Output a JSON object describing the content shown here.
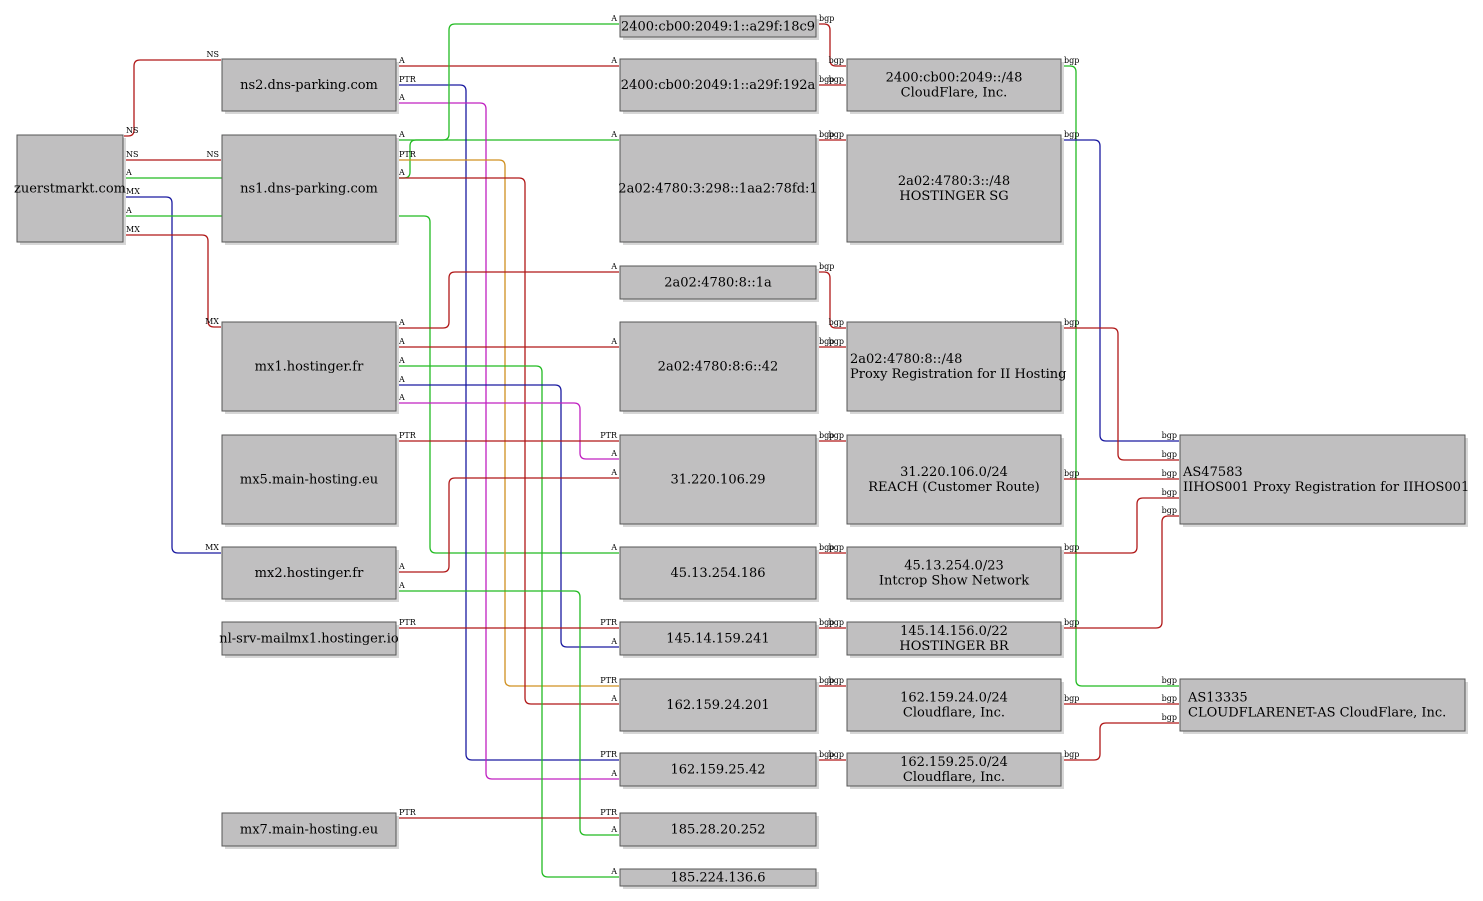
{
  "nodes": [
    {
      "id": "zuerstmarkt",
      "lines": [
        "zuerstmarkt.com"
      ]
    },
    {
      "id": "ns2",
      "lines": [
        "ns2.dns-parking.com"
      ]
    },
    {
      "id": "ns1",
      "lines": [
        "ns1.dns-parking.com"
      ]
    },
    {
      "id": "mx1",
      "lines": [
        "mx1.hostinger.fr"
      ]
    },
    {
      "id": "mx5",
      "lines": [
        "mx5.main-hosting.eu"
      ]
    },
    {
      "id": "mx2",
      "lines": [
        "mx2.hostinger.fr"
      ]
    },
    {
      "id": "nlsrv",
      "lines": [
        "nl-srv-mailmx1.hostinger.io"
      ]
    },
    {
      "id": "mx7",
      "lines": [
        "mx7.main-hosting.eu"
      ]
    },
    {
      "id": "ip6_18c9",
      "lines": [
        "2400:cb00:2049:1::a29f:18c9"
      ]
    },
    {
      "id": "ip6_192a",
      "lines": [
        "2400:cb00:2049:1::a29f:192a"
      ]
    },
    {
      "id": "ip6_78fd",
      "lines": [
        "2a02:4780:3:298::1aa2:78fd:1"
      ]
    },
    {
      "id": "ip6_1a",
      "lines": [
        "2a02:4780:8::1a"
      ]
    },
    {
      "id": "ip6_42",
      "lines": [
        "2a02:4780:8:6::42"
      ]
    },
    {
      "id": "ip_31",
      "lines": [
        "31.220.106.29"
      ]
    },
    {
      "id": "ip_45",
      "lines": [
        "45.13.254.186"
      ]
    },
    {
      "id": "ip_145",
      "lines": [
        "145.14.159.241"
      ]
    },
    {
      "id": "ip_162_24",
      "lines": [
        "162.159.24.201"
      ]
    },
    {
      "id": "ip_162_25",
      "lines": [
        "162.159.25.42"
      ]
    },
    {
      "id": "ip_185_28",
      "lines": [
        "185.28.20.252"
      ]
    },
    {
      "id": "ip_185_224",
      "lines": [
        "185.224.136.6"
      ]
    },
    {
      "id": "pfx_cf6",
      "lines": [
        "2400:cb00:2049::/48",
        "CloudFlare, Inc."
      ]
    },
    {
      "id": "pfx_hsg",
      "lines": [
        "2a02:4780:3::/48",
        "HOSTINGER SG"
      ]
    },
    {
      "id": "pfx_ih6",
      "lines": [
        "2a02:4780:8::/48",
        "Proxy Registration for II Hosting"
      ]
    },
    {
      "id": "pfx_reach",
      "lines": [
        "31.220.106.0/24",
        "REACH (Customer Route)"
      ]
    },
    {
      "id": "pfx_intcrop",
      "lines": [
        "45.13.254.0/23",
        "Intcrop Show Network"
      ]
    },
    {
      "id": "pfx_hbr",
      "lines": [
        "145.14.156.0/22",
        "HOSTINGER BR"
      ]
    },
    {
      "id": "pfx_cf24",
      "lines": [
        "162.159.24.0/24",
        "Cloudflare, Inc."
      ]
    },
    {
      "id": "pfx_cf25",
      "lines": [
        "162.159.25.0/24",
        "Cloudflare, Inc."
      ]
    },
    {
      "id": "as47583",
      "lines": [
        "AS47583",
        "IIHOS001 Proxy Registration for IIHOS001"
      ]
    },
    {
      "id": "as13335",
      "lines": [
        "AS13335",
        "CLOUDFLARENET-AS CloudFlare, Inc."
      ]
    }
  ],
  "edges": [
    {
      "from": "zuerstmarkt",
      "to": "ns2",
      "label": "NS",
      "color": "#b01818"
    },
    {
      "from": "zuerstmarkt",
      "to": "ns1",
      "label": "NS",
      "color": "#b01818"
    },
    {
      "from": "zuerstmarkt",
      "to": "ip6_78fd",
      "label": "A",
      "color": "#22bb22"
    },
    {
      "from": "zuerstmarkt",
      "to": "mx2",
      "label": "MX",
      "color": "#1a1aa0"
    },
    {
      "from": "zuerstmarkt",
      "to": "ip_45",
      "label": "A",
      "color": "#22bb22"
    },
    {
      "from": "zuerstmarkt",
      "to": "mx1",
      "label": "MX",
      "color": "#b01818"
    },
    {
      "from": "ns2",
      "to": "ip6_192a",
      "label": "A",
      "color": "#b01818"
    },
    {
      "from": "ns2",
      "to": "ip_162_25",
      "label": "PTR",
      "color": "#1a1aa0"
    },
    {
      "from": "ns2",
      "to": "ip_162_25",
      "label": "A",
      "color": "#c020c0"
    },
    {
      "from": "ns1",
      "to": "ip6_18c9",
      "label": "A",
      "color": "#22bb22"
    },
    {
      "from": "ns1",
      "to": "ip_162_24",
      "label": "PTR",
      "color": "#d09020"
    },
    {
      "from": "ns1",
      "to": "ip_162_24",
      "label": "A",
      "color": "#b01818"
    },
    {
      "from": "mx1",
      "to": "ip6_1a",
      "label": "A",
      "color": "#b01818"
    },
    {
      "from": "mx1",
      "to": "ip6_42",
      "label": "A",
      "color": "#b01818"
    },
    {
      "from": "mx1",
      "to": "ip_185_224",
      "label": "A",
      "color": "#22bb22"
    },
    {
      "from": "mx1",
      "to": "ip_145",
      "label": "A",
      "color": "#1a1aa0"
    },
    {
      "from": "mx1",
      "to": "ip_31",
      "label": "A",
      "color": "#c020c0"
    },
    {
      "from": "mx5",
      "to": "ip_31",
      "label": "PTR",
      "color": "#b01818"
    },
    {
      "from": "mx2",
      "to": "ip_31",
      "label": "A",
      "color": "#b01818"
    },
    {
      "from": "mx2",
      "to": "ip_185_28",
      "label": "A",
      "color": "#22bb22"
    },
    {
      "from": "nlsrv",
      "to": "ip_145",
      "label": "PTR",
      "color": "#b01818"
    },
    {
      "from": "mx7",
      "to": "ip_185_28",
      "label": "PTR",
      "color": "#b01818"
    },
    {
      "from": "ip6_18c9",
      "to": "pfx_cf6",
      "label": "bgp",
      "color": "#b01818"
    },
    {
      "from": "ip6_192a",
      "to": "pfx_cf6",
      "label": "bgp",
      "color": "#b01818"
    },
    {
      "from": "ip6_78fd",
      "to": "pfx_hsg",
      "label": "bgp",
      "color": "#b01818"
    },
    {
      "from": "ip6_1a",
      "to": "pfx_ih6",
      "label": "bgp",
      "color": "#b01818"
    },
    {
      "from": "ip6_42",
      "to": "pfx_ih6",
      "label": "bgp",
      "color": "#b01818"
    },
    {
      "from": "ip_31",
      "to": "pfx_reach",
      "label": "bgp",
      "color": "#b01818"
    },
    {
      "from": "ip_45",
      "to": "pfx_intcrop",
      "label": "bgp",
      "color": "#b01818"
    },
    {
      "from": "ip_145",
      "to": "pfx_hbr",
      "label": "bgp",
      "color": "#b01818"
    },
    {
      "from": "ip_162_24",
      "to": "pfx_cf24",
      "label": "bgp",
      "color": "#b01818"
    },
    {
      "from": "ip_162_25",
      "to": "pfx_cf25",
      "label": "bgp",
      "color": "#b01818"
    },
    {
      "from": "pfx_cf6",
      "to": "as13335",
      "label": "bgp",
      "color": "#22bb22"
    },
    {
      "from": "pfx_hsg",
      "to": "as47583",
      "label": "bgp",
      "color": "#1a1aa0"
    },
    {
      "from": "pfx_ih6",
      "to": "as47583",
      "label": "bgp",
      "color": "#b01818"
    },
    {
      "from": "pfx_reach",
      "to": "as47583",
      "label": "bgp",
      "color": "#b01818"
    },
    {
      "from": "pfx_intcrop",
      "to": "as47583",
      "label": "bgp",
      "color": "#b01818"
    },
    {
      "from": "pfx_hbr",
      "to": "as47583",
      "label": "bgp",
      "color": "#b01818"
    },
    {
      "from": "pfx_cf24",
      "to": "as13335",
      "label": "bgp",
      "color": "#b01818"
    },
    {
      "from": "pfx_cf25",
      "to": "as13335",
      "label": "bgp",
      "color": "#b01818"
    }
  ]
}
